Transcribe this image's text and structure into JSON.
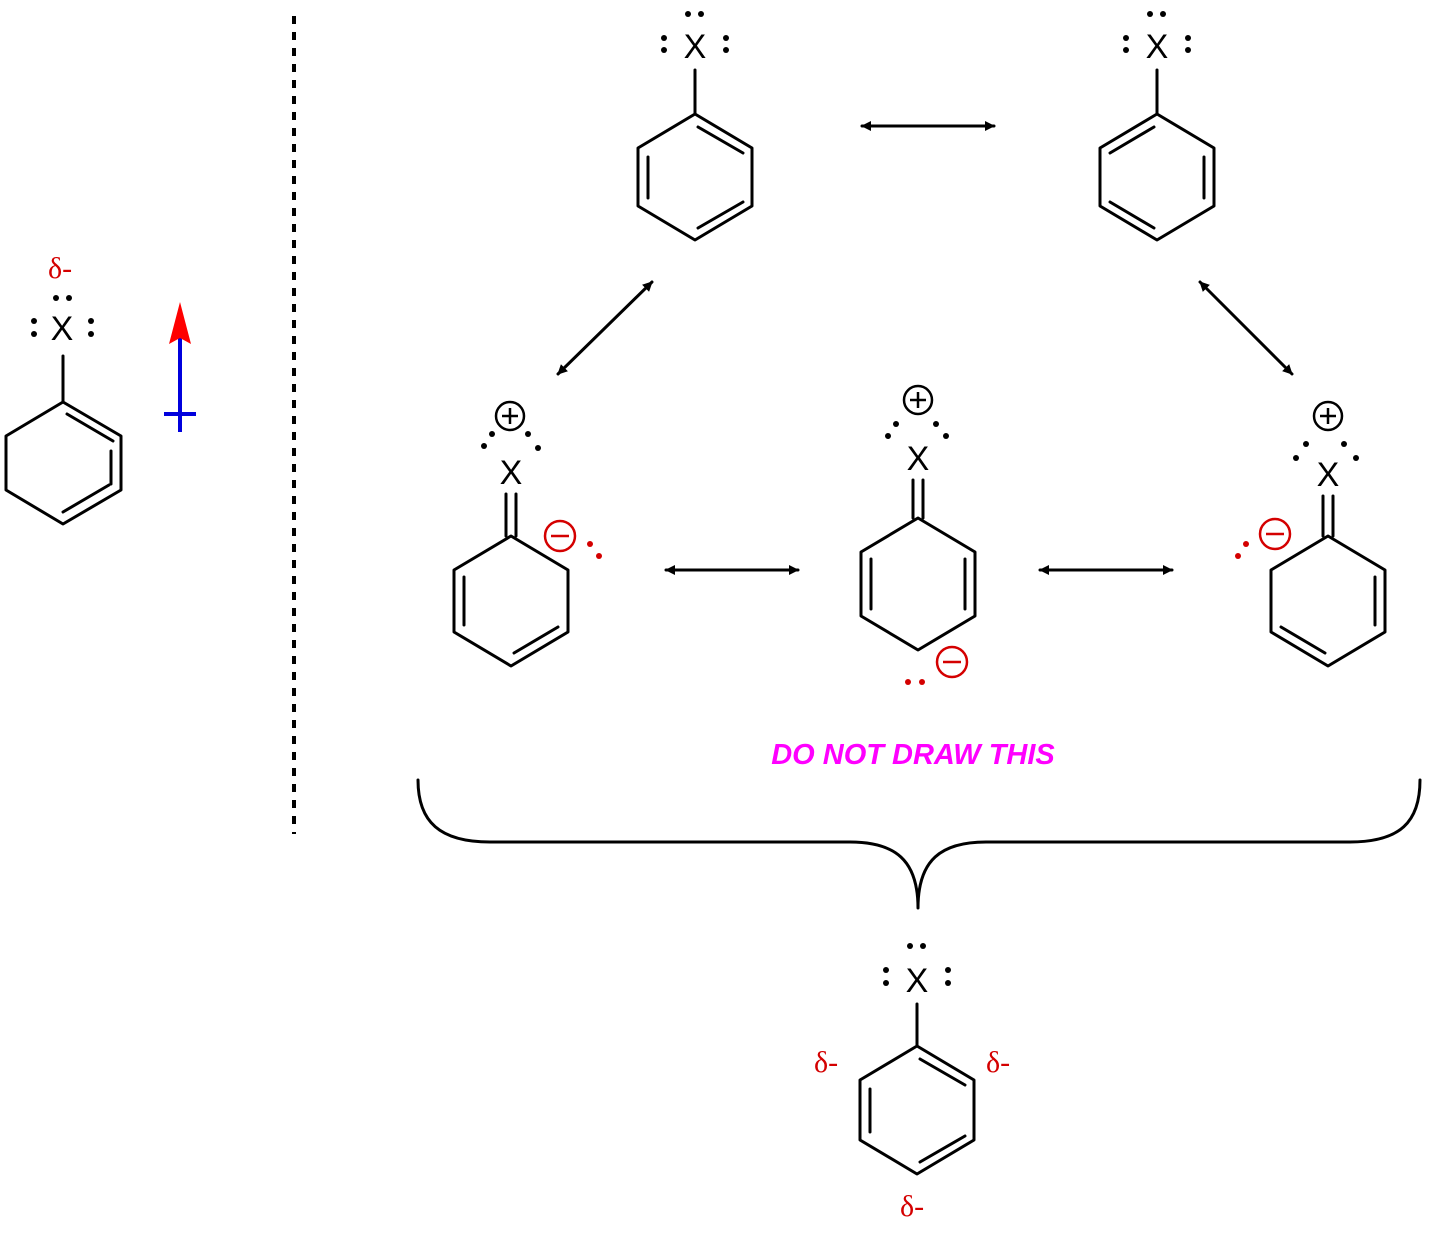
{
  "atom_label": "X",
  "partial_charge_label": "δ-",
  "warning_text": "DO NOT DRAW THIS",
  "colors": {
    "bond": "#000000",
    "negative_charge": "#d40000",
    "dipole_head": "#ff0000",
    "dipole_tail": "#0000dd",
    "warning": "#ff00ff"
  },
  "structures": [
    {
      "id": "dipole-molecule",
      "charges": [
        "δ-"
      ]
    },
    {
      "id": "resonance-1",
      "charges": []
    },
    {
      "id": "resonance-2",
      "charges": []
    },
    {
      "id": "resonance-3",
      "charges": [
        "+",
        "−"
      ]
    },
    {
      "id": "resonance-4",
      "charges": [
        "+",
        "−"
      ]
    },
    {
      "id": "resonance-5",
      "charges": [
        "+",
        "−"
      ]
    },
    {
      "id": "hybrid",
      "charges": [
        "δ-",
        "δ-",
        "δ-"
      ]
    }
  ]
}
